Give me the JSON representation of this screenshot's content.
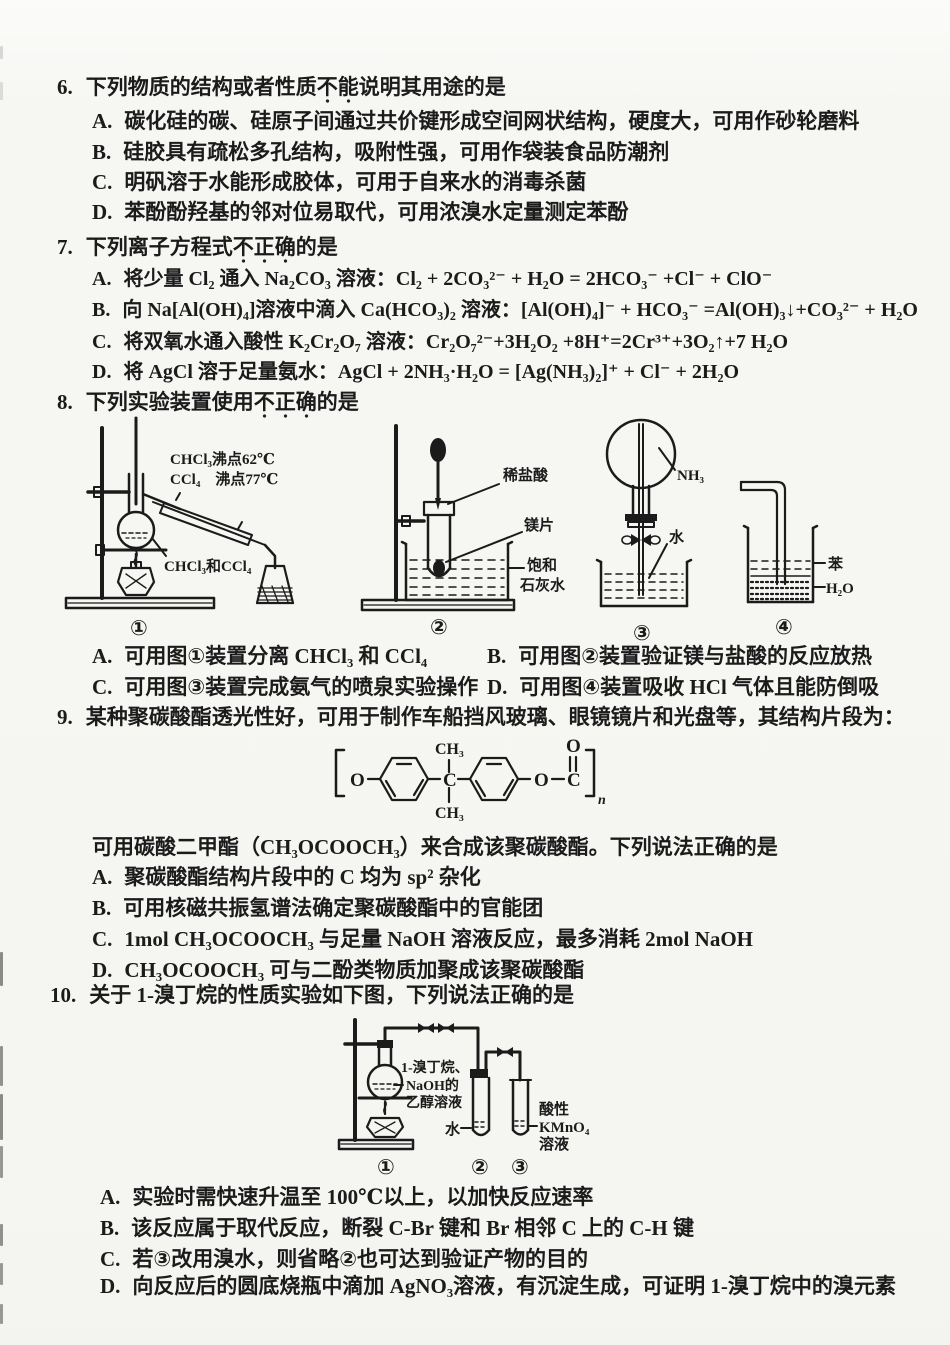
{
  "meta": {
    "paper_color": "#f5f5f2",
    "ink_color": "#1b1b1b"
  },
  "q6": {
    "no": "6.",
    "stem_pre": "下列物质的结构或者性质",
    "stem_emph": "不能",
    "stem_post": "说明其用途的是",
    "options": [
      {
        "label": "A.",
        "text": "碳化硅的碳、硅原子间通过共价键形成空间网状结构，硬度大，可用作砂轮磨料"
      },
      {
        "label": "B.",
        "text": "硅胶具有疏松多孔结构，吸附性强，可用作袋装食品防潮剂"
      },
      {
        "label": "C.",
        "text": "明矾溶于水能形成胶体，可用于自来水的消毒杀菌"
      },
      {
        "label": "D.",
        "text": "苯酚酚羟基的邻对位易取代，可用浓溴水定量测定苯酚"
      }
    ]
  },
  "q7": {
    "no": "7.",
    "stem_pre": "下列离子方程式",
    "stem_emph": "不正确",
    "stem_post": "的是",
    "options": [
      {
        "label": "A.",
        "text": "将少量 Cl₂ 通入 Na₂CO₃ 溶液：Cl₂ + 2CO₃²⁻ + H₂O = 2HCO₃⁻ +Cl⁻ + ClO⁻"
      },
      {
        "label": "B.",
        "text": "向 Na[Al(OH)₄]溶液中滴入 Ca(HCO₃)₂ 溶液：[Al(OH)₄]⁻ + HCO₃⁻ =Al(OH)₃↓+CO₃²⁻ + H₂O"
      },
      {
        "label": "C.",
        "text": "将双氧水通入酸性 K₂Cr₂O₇ 溶液：Cr₂O₇²⁻+3H₂O₂ +8H⁺=2Cr³⁺+3O₂↑+7 H₂O"
      },
      {
        "label": "D.",
        "text": "将 AgCl 溶于足量氨水：AgCl + 2NH₃·H₂O = [Ag(NH₃)₂]⁺ + Cl⁻ + 2H₂O"
      }
    ]
  },
  "q8": {
    "no": "8.",
    "stem_pre": "下列实验装置使用",
    "stem_emph": "不正确",
    "stem_post": "的是",
    "options": [
      {
        "label": "A.",
        "text": "可用图①装置分离 CHCl₃ 和 CCl₄"
      },
      {
        "label": "B.",
        "text": "可用图②装置验证镁与盐酸的反应放热"
      },
      {
        "label": "C.",
        "text": "可用图③装置完成氨气的喷泉实验操作"
      },
      {
        "label": "D.",
        "text": "可用图④装置吸收 HCl 气体且能防倒吸"
      }
    ],
    "diagrams": {
      "d1": {
        "num": "①",
        "label_bp1": "CHCl₃沸点62℃",
        "label_bp2": "CCl₄　沸点77℃",
        "label_mix": "CHCl₃和CCl₄"
      },
      "d2": {
        "num": "②",
        "label_acid": "稀盐酸",
        "label_mg": "镁片",
        "label_sat": "饱和",
        "label_lime": "石灰水"
      },
      "d3": {
        "num": "③",
        "label_gas": "NH₃",
        "label_water": "水"
      },
      "d4": {
        "num": "④",
        "label_benzene": "苯",
        "label_water": "H₂O"
      }
    }
  },
  "q9": {
    "no": "9.",
    "stem": "某种聚碳酸酯透光性好，可用于制作车船挡风玻璃、眼镜镜片和光盘等，其结构片段为：",
    "mid": "可用碳酸二甲酯（CH₃OCOOCH₃）来合成该聚碳酸酯。下列说法正确的是",
    "options": [
      {
        "label": "A.",
        "text": "聚碳酸酯结构片段中的 C 均为 sp² 杂化"
      },
      {
        "label": "B.",
        "text": "可用核磁共振氢谱法确定聚碳酸酯中的官能团"
      },
      {
        "label": "C.",
        "text": "1mol CH₃OCOOCH₃ 与足量 NaOH 溶液反应，最多消耗 2mol NaOH"
      },
      {
        "label": "D.",
        "text": "CH₃OCOOCH₃ 可与二酚类物质加聚成该聚碳酸酯"
      }
    ],
    "structure": {
      "ch3_top": "CH₃",
      "ch3_bottom": "CH₃",
      "o_left": "O",
      "c_center": "C",
      "o_mid": "O",
      "c_carbonyl": "C",
      "o_top": "O",
      "sub_n": "n"
    }
  },
  "q10": {
    "no": "10.",
    "stem": "关于 1-溴丁烷的性质实验如下图，下列说法正确的是",
    "options": [
      {
        "label": "A.",
        "text": "实验时需快速升温至 100℃以上，以加快反应速率"
      },
      {
        "label": "B.",
        "text": "该反应属于取代反应，断裂 C-Br 键和 Br 相邻 C 上的 C-H 键"
      },
      {
        "label": "C.",
        "text": "若③改用溴水，则省略②也可达到验证产物的目的"
      },
      {
        "label": "D.",
        "text": "向反应后的圆底烧瓶中滴加 AgNO₃溶液，有沉淀生成，可证明 1-溴丁烷中的溴元素"
      }
    ],
    "diagram": {
      "label_flask1": "1-溴丁烷、",
      "label_flask2": "NaOH的",
      "label_flask3": "乙醇溶液",
      "label_water": "水",
      "label_acid1": "酸性",
      "label_acid2": "KMnO₄",
      "label_acid3": "溶液",
      "num1": "①",
      "num2": "②",
      "num3": "③"
    }
  }
}
